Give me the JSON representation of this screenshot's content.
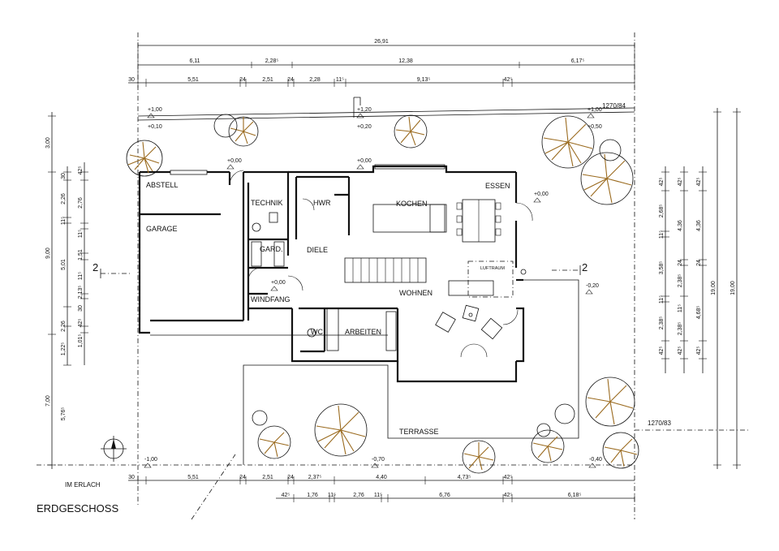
{
  "title": "ERDGESCHOSS",
  "street": "IM ERLACH",
  "rooms": {
    "abstell": "ABSTELL",
    "garage": "GARAGE",
    "technik": "TECHNIK",
    "hwr": "HWR",
    "gard": "GARD.",
    "diele": "DIELE",
    "windfang": "WINDFANG",
    "wc": "WC",
    "arbeiten": "ARBEITEN",
    "kochen": "KOCHEN",
    "essen": "ESSEN",
    "wohnen": "WOHNEN",
    "luftraum": "LUFTRAUM",
    "terrasse": "TERRASSE"
  },
  "parcels": {
    "north": "1270/84",
    "south": "1270/83"
  },
  "section_marks": {
    "left": "2",
    "right": "2"
  },
  "levels": {
    "l1": "+1,00",
    "l2": "+0,10",
    "l3": "+1,20",
    "l4": "+0,20",
    "l5": "+1,00",
    "l6": "+0,50",
    "l7": "+0,00",
    "l8": "+0,00",
    "l9": "+0,00",
    "l10": "+0,00",
    "l11": "-0,20",
    "l12": "-1,00",
    "l13": "-0,70",
    "l14": "-0,40"
  },
  "dims_top": {
    "total": "26,91",
    "row1": [
      "6,11",
      "2,28⁵",
      "12,38",
      "6,17⁵"
    ],
    "row2": [
      "30",
      "5,51",
      "24",
      "2,51",
      "24",
      "2,28",
      "11⁵",
      "9,13⁵",
      "42⁵"
    ]
  },
  "dims_bottom": {
    "row1": [
      "30",
      "5,51",
      "24",
      "2,51",
      "24",
      "2,37⁵",
      "4,40",
      "4,73⁵",
      "42⁵"
    ],
    "row2": [
      "42⁵",
      "1,76",
      "11⁵",
      "2,76",
      "11⁵",
      "6,76",
      "42⁵",
      "6,18⁵"
    ]
  },
  "dims_left": {
    "outer": [
      "3,00",
      "9,00",
      "7,00"
    ],
    "inner": [
      "30",
      "2,26",
      "11⁵",
      "5,01",
      "1,22⁵",
      "2,26",
      "5,76⁵"
    ],
    "inner2": [
      "42⁵",
      "2,76",
      "11⁵",
      "1,51",
      "11⁵",
      "2,13⁵",
      "30",
      "42⁵",
      "1,01⁵"
    ]
  },
  "dims_right": {
    "outer": [
      "19,00",
      "19,00"
    ],
    "inner1": [
      "42⁵",
      "2,68⁵",
      "11⁵",
      "3,58⁵",
      "11⁵",
      "2,38⁵",
      "42⁵"
    ],
    "inner2": [
      "42⁵",
      "4,36",
      "24",
      "2,38⁵",
      "11⁵",
      "2,38⁵",
      "42⁵"
    ],
    "inner3": [
      "42⁵",
      "4,36",
      "24",
      "4,68⁵",
      "42⁵"
    ]
  }
}
